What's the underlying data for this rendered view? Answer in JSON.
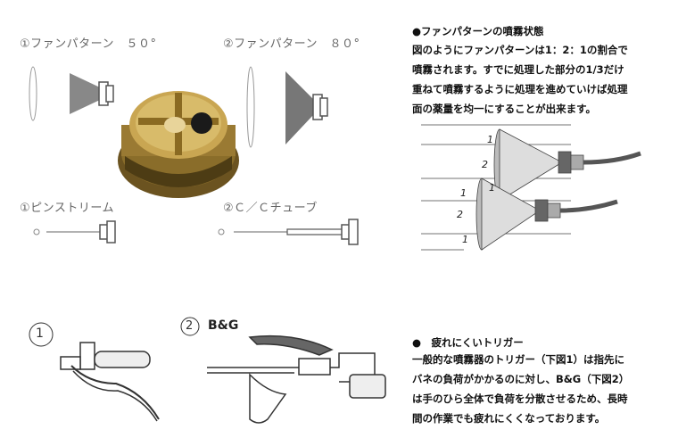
{
  "labels": {
    "fan50": "①ファンパターン　５０°",
    "fan80": "②ファンパターン　８０°",
    "pin": "①ピンストリーム",
    "cc": "②Ｃ／Ｃチューブ",
    "trigger1": "1",
    "trigger2_num": "2",
    "trigger2_brand": "B&G"
  },
  "fan_section": {
    "title": "●ファンパターンの噴霧状態",
    "lines": [
      "図のようにファンパターンは1：2：1の割合で",
      "噴霧されます。すでに処理した部分の1/3だけ",
      "重ねて噴霧するように処理を進めていけば処理",
      "面の薬量を均一にすることが出来ます。"
    ],
    "diagram_marks": [
      "1",
      "2",
      "1",
      "1",
      "2",
      "1"
    ]
  },
  "trigger_section": {
    "title": "●　疲れにくいトリガー",
    "lines": [
      "一般的な噴霧器のトリガー（下図1）は指先に",
      "バネの負荷がかかるのに対し、B&G（下図2）",
      "は手のひら全体で負荷を分散させるため、長時",
      "間の作業でも疲れにくくなっております。"
    ]
  }
}
